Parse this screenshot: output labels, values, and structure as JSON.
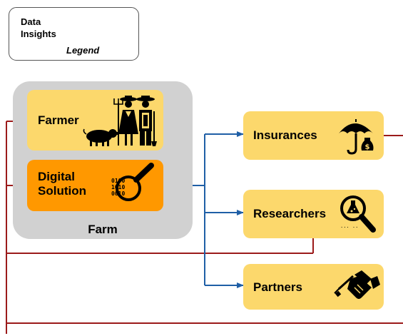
{
  "legend": {
    "data_label": "Data",
    "insights_label": "Insights",
    "title": "Legend"
  },
  "colors": {
    "data_flow": "#1f5fa6",
    "insights_flow": "#9b1a1a",
    "node_fill": "#fcd86c",
    "highlight_fill": "#ff9800",
    "farm_fill": "#d1d1d1"
  },
  "farm": {
    "label": "Farm",
    "farmer": {
      "label": "Farmer",
      "icon": "farmers-with-pig-icon"
    },
    "digital_solution": {
      "label_line1": "Digital",
      "label_line2": "Solution",
      "icon": "magnifier-binary-icon"
    }
  },
  "stakeholders": [
    {
      "label": "Insurances",
      "icon": "umbrella-money-icon"
    },
    {
      "label": "Researchers",
      "icon": "flask-magnifier-icon"
    },
    {
      "label": "Partners",
      "icon": "handshake-icon"
    }
  ]
}
